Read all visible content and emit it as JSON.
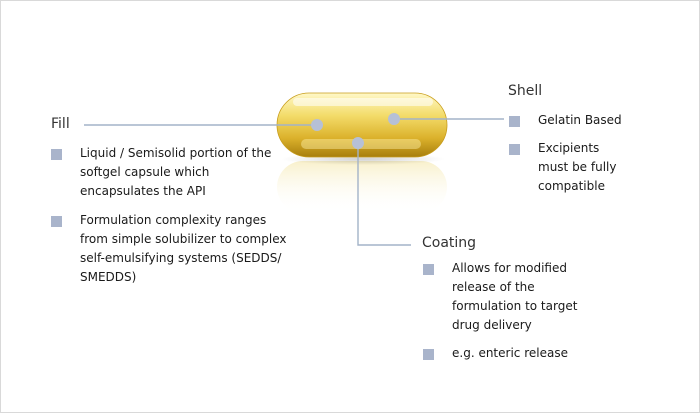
{
  "colors": {
    "bullet": "#a9b4cb",
    "connector": "#a3b3c8",
    "marker": "#b6c0d6",
    "capsule_light": "#fff6b0",
    "capsule_mid": "#eccd4a",
    "capsule_dark": "#b98f12"
  },
  "fill": {
    "title": "Fill",
    "items": [
      [
        "Liquid / Semisolid portion of the",
        "softgel  capsule which",
        "encapsulates the API"
      ],
      [
        "Formulation complexity ranges",
        "from simple solubilizer  to complex",
        "self-emulsifying systems (SEDDS/",
        "SMEDDS)"
      ]
    ]
  },
  "shell": {
    "title": "Shell",
    "items": [
      [
        "Gelatin Based"
      ],
      [
        "Excipients",
        "must be fully",
        "compatible"
      ]
    ]
  },
  "coating": {
    "title": "Coating",
    "items": [
      [
        "Allows for modified",
        "release of the",
        "formulation to target",
        "drug delivery"
      ],
      [
        "e.g. enteric release"
      ]
    ]
  }
}
